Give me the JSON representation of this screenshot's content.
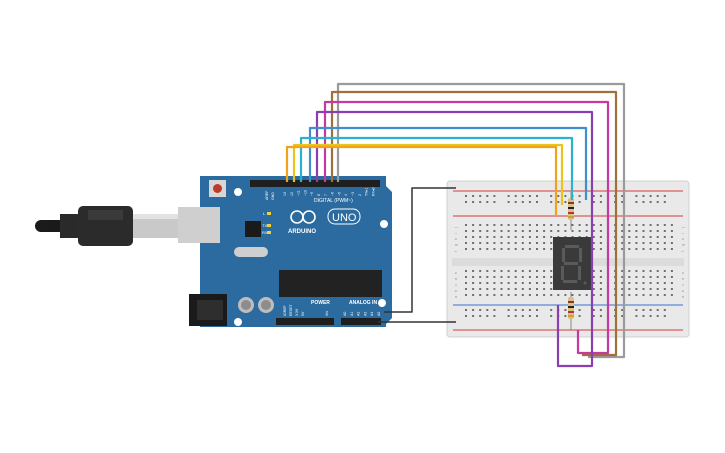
{
  "board": {
    "brand_text": "ARDUINO",
    "model_text": "UNO",
    "digital_label": "DIGITAL (PWM~)",
    "power_label": "POWER",
    "analog_label": "ANALOG IN",
    "tx_label": "TX",
    "rx_label": "RX",
    "l_label": "L",
    "aref_label": "AREF",
    "gnd_label": "GND",
    "ioref_label": "IOREF",
    "reset_label": "RESET",
    "v33_label": "3.3V",
    "v5_label": "5V",
    "vin_label": "Vin",
    "digital_pin_numbers": [
      "13",
      "12",
      "~11",
      "~10",
      "~9",
      "8",
      "7",
      "~6",
      "~5",
      "4",
      "~3",
      "2",
      "TX▸1",
      "RX◂0"
    ],
    "analog_pin_numbers": [
      "A0",
      "A1",
      "A2",
      "A3",
      "A4",
      "A5"
    ]
  },
  "breadboard": {
    "row_letters_top": [
      "j",
      "i",
      "h",
      "g",
      "f"
    ],
    "row_letters_bottom": [
      "e",
      "d",
      "c",
      "b",
      "a"
    ]
  },
  "display": {
    "digit_shown": "8"
  },
  "colors": {
    "board": "#2b6b9f",
    "breadboard": "#e8e8e8",
    "wire_orange": "#f0a21a",
    "wire_yellow": "#e8c51c",
    "wire_cyan": "#27b3d1",
    "wire_blue": "#3f8ecf",
    "wire_magenta": "#c43aa0",
    "wire_purple": "#8a3fb0",
    "wire_brown": "#a0703a",
    "wire_gray": "#9a9a9a",
    "wire_black": "#333333",
    "rail_red": "#d23a3a",
    "rail_blue": "#3a6fd2"
  }
}
